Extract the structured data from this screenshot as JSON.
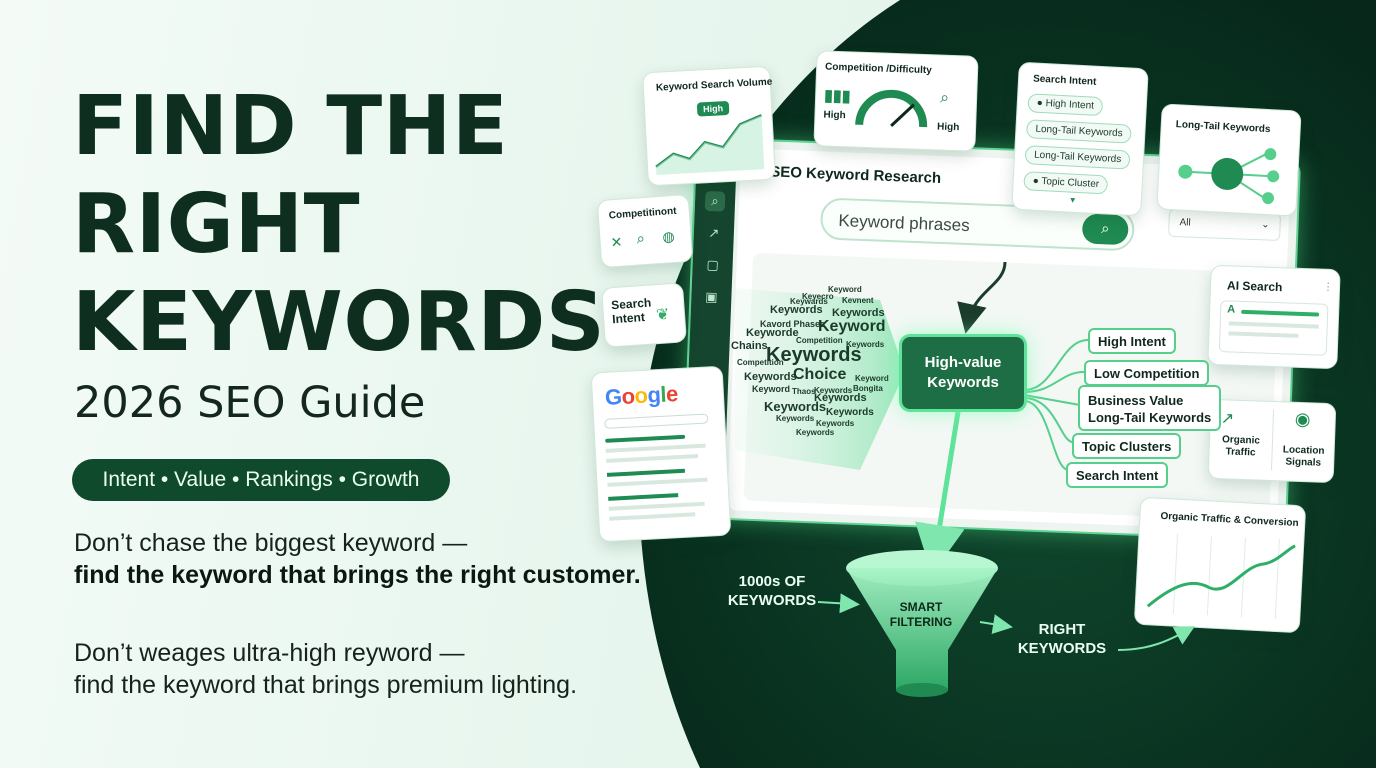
{
  "hero": {
    "headline_1": "FIND THE",
    "headline_2": "RIGHT",
    "headline_3": "KEYWORDS",
    "subtitle": "2026 SEO Guide",
    "pill": "Intent • Value • Rankings • Growth",
    "para1_line1": "Don’t chase the biggest keyword —",
    "para1_line2": "find the keyword that brings the right customer.",
    "para2_line1": "Don’t weages ultra-high reyword —",
    "para2_line2": "find the keyword that brings premium lighting."
  },
  "cards": {
    "volume": {
      "title": "Keyword Search Volume",
      "badge": "High"
    },
    "competition": {
      "title": "Competition /Difficulty",
      "left_label": "High",
      "right_label": "High"
    },
    "intent": {
      "title": "Search Intent",
      "items": [
        "High Intent",
        "Long-Tail Keywords",
        "Long-Tail Keywords",
        "Topic Cluster"
      ]
    },
    "longtail": {
      "title": "Long-Tail Keywords"
    },
    "competitors": {
      "title": "Competitinont"
    },
    "search_intent": {
      "title_1": "Search",
      "title_2": "Intent"
    },
    "google": {
      "logo": "Google"
    },
    "ai_search": {
      "title": "AI Search",
      "icon_letter": "A"
    },
    "signals": {
      "left_1": "Organic",
      "left_2": "Traffic",
      "right_1": "Location",
      "right_2": "Signals"
    },
    "organic": {
      "title": "Organic Traffic & Conversion"
    }
  },
  "window": {
    "title": "SEO Keyword Research",
    "search_placeholder": "Keyword phrases",
    "select_value": "All"
  },
  "cloud": {
    "w01": "Keyword",
    "w02": "Keyecro",
    "w03": "Kevnent",
    "w04": "Keywards",
    "w05": "Keywords",
    "w06": "Keywords",
    "w07": "Kavord Phases",
    "w08": "Keyword",
    "w09": "Keyworde",
    "w10": "Competition",
    "w11": "Keywords",
    "w12": "Chains",
    "w13": "Keywords",
    "w14": "Competition",
    "w15": "Choice",
    "w16": "Keywords",
    "w17": "Keyword",
    "w18": "Keywords",
    "w19": "Bongita",
    "w20": "Keyword",
    "w21": "Thaos",
    "w22": "Keywords",
    "w23": "Keywords",
    "w24": "Keywords",
    "w25": "Keywords",
    "w26": "Keywords",
    "w27": "Keywords"
  },
  "hub": {
    "line1": "High-value",
    "line2": "Keywords"
  },
  "outputs": {
    "o1": "High Intent",
    "o2": "Low Competition",
    "o3_line1": "Business Value",
    "o3_line2": "Long-Tail Keywords",
    "o4": "Topic Clusters",
    "o5": "Search Intent"
  },
  "funnel": {
    "input_1": "1000s OF",
    "input_2": "KEYWORDS",
    "center_1": "SMART",
    "center_2": "FILTERING",
    "output_1": "RIGHT",
    "output_2": "KEYWORDS"
  },
  "colors": {
    "dark_green": "#0c3a24",
    "accent_green": "#1f8a52",
    "glow_green": "#5fe39a",
    "pill_green": "#0f4a2c"
  },
  "icons": [
    "search-icon",
    "chart-icon",
    "gauge-icon",
    "magnify-icon",
    "competitor-icon",
    "leaf-icon",
    "globe-icon",
    "network-icon",
    "ai-icon",
    "location-pin-icon",
    "funnel-icon"
  ]
}
